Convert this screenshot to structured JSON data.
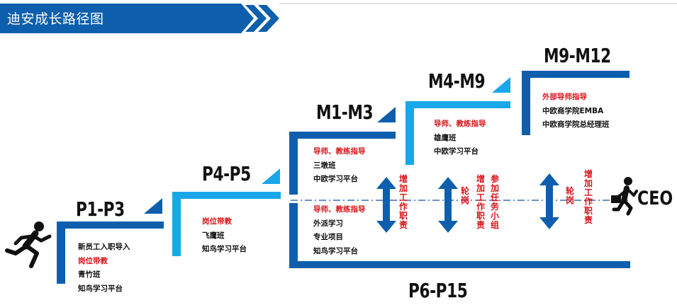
{
  "header": {
    "title": "迪安成长路径图"
  },
  "levels": {
    "p1_p3": "P1-P3",
    "p4_p5": "P4-P5",
    "m1_m3": "M1-M3",
    "m4_m9": "M4-M9",
    "m9_m12": "M9-M12",
    "p6_p15": "P6-P15"
  },
  "steps": {
    "p1_p3": [
      "新员工入职导入",
      "岗位带教",
      "青竹班",
      "知鸟学习平台"
    ],
    "p4_p5": [
      "岗位带教",
      "飞鹰班",
      "知鸟学习平台"
    ],
    "m1_m3": [
      "导师、教练指导",
      "三墩班",
      "中欧学习平台"
    ],
    "m4_m9": [
      "导师、教练指导",
      "雄鹰班",
      "中欧学习平台"
    ],
    "m9_m12": [
      "外部导师指导",
      "中欧商学院EMBA",
      "中欧商学院总经理班"
    ],
    "p6_p15": [
      "导师、教练指导",
      "外派学习",
      "专业项目",
      "知鸟学习平台"
    ]
  },
  "transitions": [
    "增加工作职责",
    "轮岗",
    "增加工作职责",
    "参加任务小组",
    "轮岗",
    "增加工作职责"
  ],
  "ceo_label": "CEO",
  "colors": {
    "dark_blue": "#0d5fad",
    "light_blue": "#19a7e9",
    "red": "#d8141a",
    "dash_line": "#3a6db5"
  },
  "icons": [
    "runner-icon",
    "businessman-icon"
  ]
}
